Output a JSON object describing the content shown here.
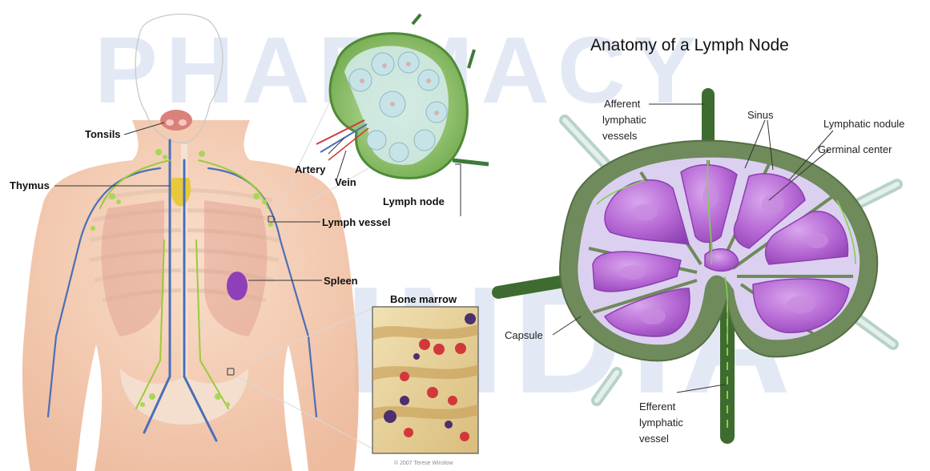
{
  "watermark": {
    "line1": "PHARMACY",
    "line2": "INDIA"
  },
  "body_diagram": {
    "labels": {
      "tonsils": "Tonsils",
      "thymus": "Thymus",
      "artery": "Artery",
      "vein": "Vein",
      "lymph_node": "Lymph node",
      "lymph_vessel": "Lymph vessel",
      "spleen": "Spleen",
      "bone_marrow": "Bone marrow"
    },
    "copyright": "© 2007 Terese Winslow"
  },
  "node_diagram": {
    "title": "Anatomy of a Lymph Node",
    "labels": {
      "afferent_1": "Afferent",
      "afferent_2": "lymphatic",
      "afferent_3": "vessels",
      "sinus": "Sinus",
      "lymphatic_nodule": "Lymphatic nodule",
      "germinal_center": "Germinal center",
      "capsule": "Capsule",
      "efferent_1": "Efferent",
      "efferent_2": "lymphatic",
      "efferent_3": "vessel"
    }
  },
  "colors": {
    "skin": "#f2c3a4",
    "lymph_green": "#9acb3c",
    "capsule_green": "#7d9460",
    "nodule_purple": "#a44fc6",
    "sinus_lavender": "#dcd0f0",
    "vein_blue": "#4a6fb8",
    "artery_red": "#cc3b3b",
    "watermark_blue": "#1f4fa8"
  }
}
